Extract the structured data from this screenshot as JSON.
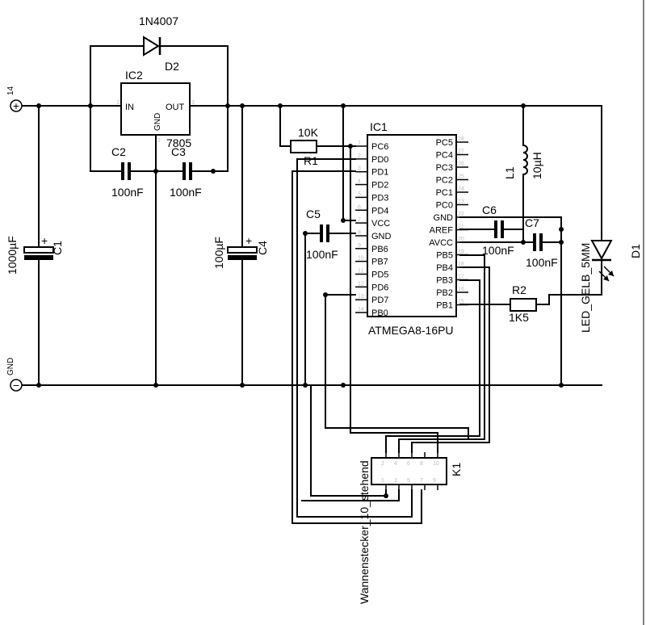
{
  "terminals": {
    "plus": {
      "number": "14",
      "symbol": "+"
    },
    "gnd": {
      "name": "GND",
      "symbol": "−"
    }
  },
  "diode_d2": {
    "value": "1N4007",
    "ref": "D2"
  },
  "regulator": {
    "ref": "IC2",
    "value": "7805",
    "pin_in": "IN",
    "pin_out": "OUT",
    "pin_gnd": "GND",
    "pin_nums": {
      "in": "1",
      "out": "3",
      "gnd": "2"
    }
  },
  "capacitors": {
    "c1": {
      "ref": "C1",
      "value": "1000µF",
      "plus": "+"
    },
    "c2": {
      "ref": "C2",
      "value": "100nF"
    },
    "c3": {
      "ref": "C3",
      "value": "100nF"
    },
    "c4": {
      "ref": "C4",
      "value": "100µF",
      "plus": "+"
    },
    "c5": {
      "ref": "C5",
      "value": "100nF"
    },
    "c6": {
      "ref": "C6",
      "value": "100nF"
    },
    "c7": {
      "ref": "C7",
      "value": "100nF"
    }
  },
  "resistors": {
    "r1": {
      "ref": "R1",
      "value": "10K"
    },
    "r2": {
      "ref": "R2",
      "value": "1K5"
    }
  },
  "inductor": {
    "ref": "L1",
    "value": "10µH"
  },
  "led": {
    "ref": "D1",
    "value": "LED_GELB_5MM"
  },
  "mcu": {
    "ref": "IC1",
    "value": "ATMEGA8-16PU",
    "left_pins": [
      "PC6",
      "PD0",
      "PD1",
      "PD2",
      "PD3",
      "PD4",
      "VCC",
      "GND",
      "PB6",
      "PB7",
      "PD5",
      "PD6",
      "PD7",
      "PB0"
    ],
    "left_nums": [
      "1",
      "2",
      "3",
      "4",
      "5",
      "6",
      "7",
      "8",
      "9",
      "10",
      "11",
      "12",
      "13",
      "14"
    ],
    "right_pins": [
      "PC5",
      "PC4",
      "PC3",
      "PC2",
      "PC1",
      "PC0",
      "GND",
      "AREF",
      "AVCC",
      "PB5",
      "PB4",
      "PB3",
      "PB2",
      "PB1"
    ],
    "right_nums": [
      "28",
      "27",
      "26",
      "25",
      "24",
      "23",
      "22",
      "21",
      "20",
      "19",
      "18",
      "17",
      "16",
      "15"
    ]
  },
  "connector": {
    "ref": "K1",
    "value": "Wannenstecker_10_stehend",
    "top_nums": [
      "2",
      "4",
      "6",
      "8",
      "10"
    ],
    "bottom_nums": [
      "1",
      "3",
      "5",
      "7",
      "9"
    ]
  }
}
